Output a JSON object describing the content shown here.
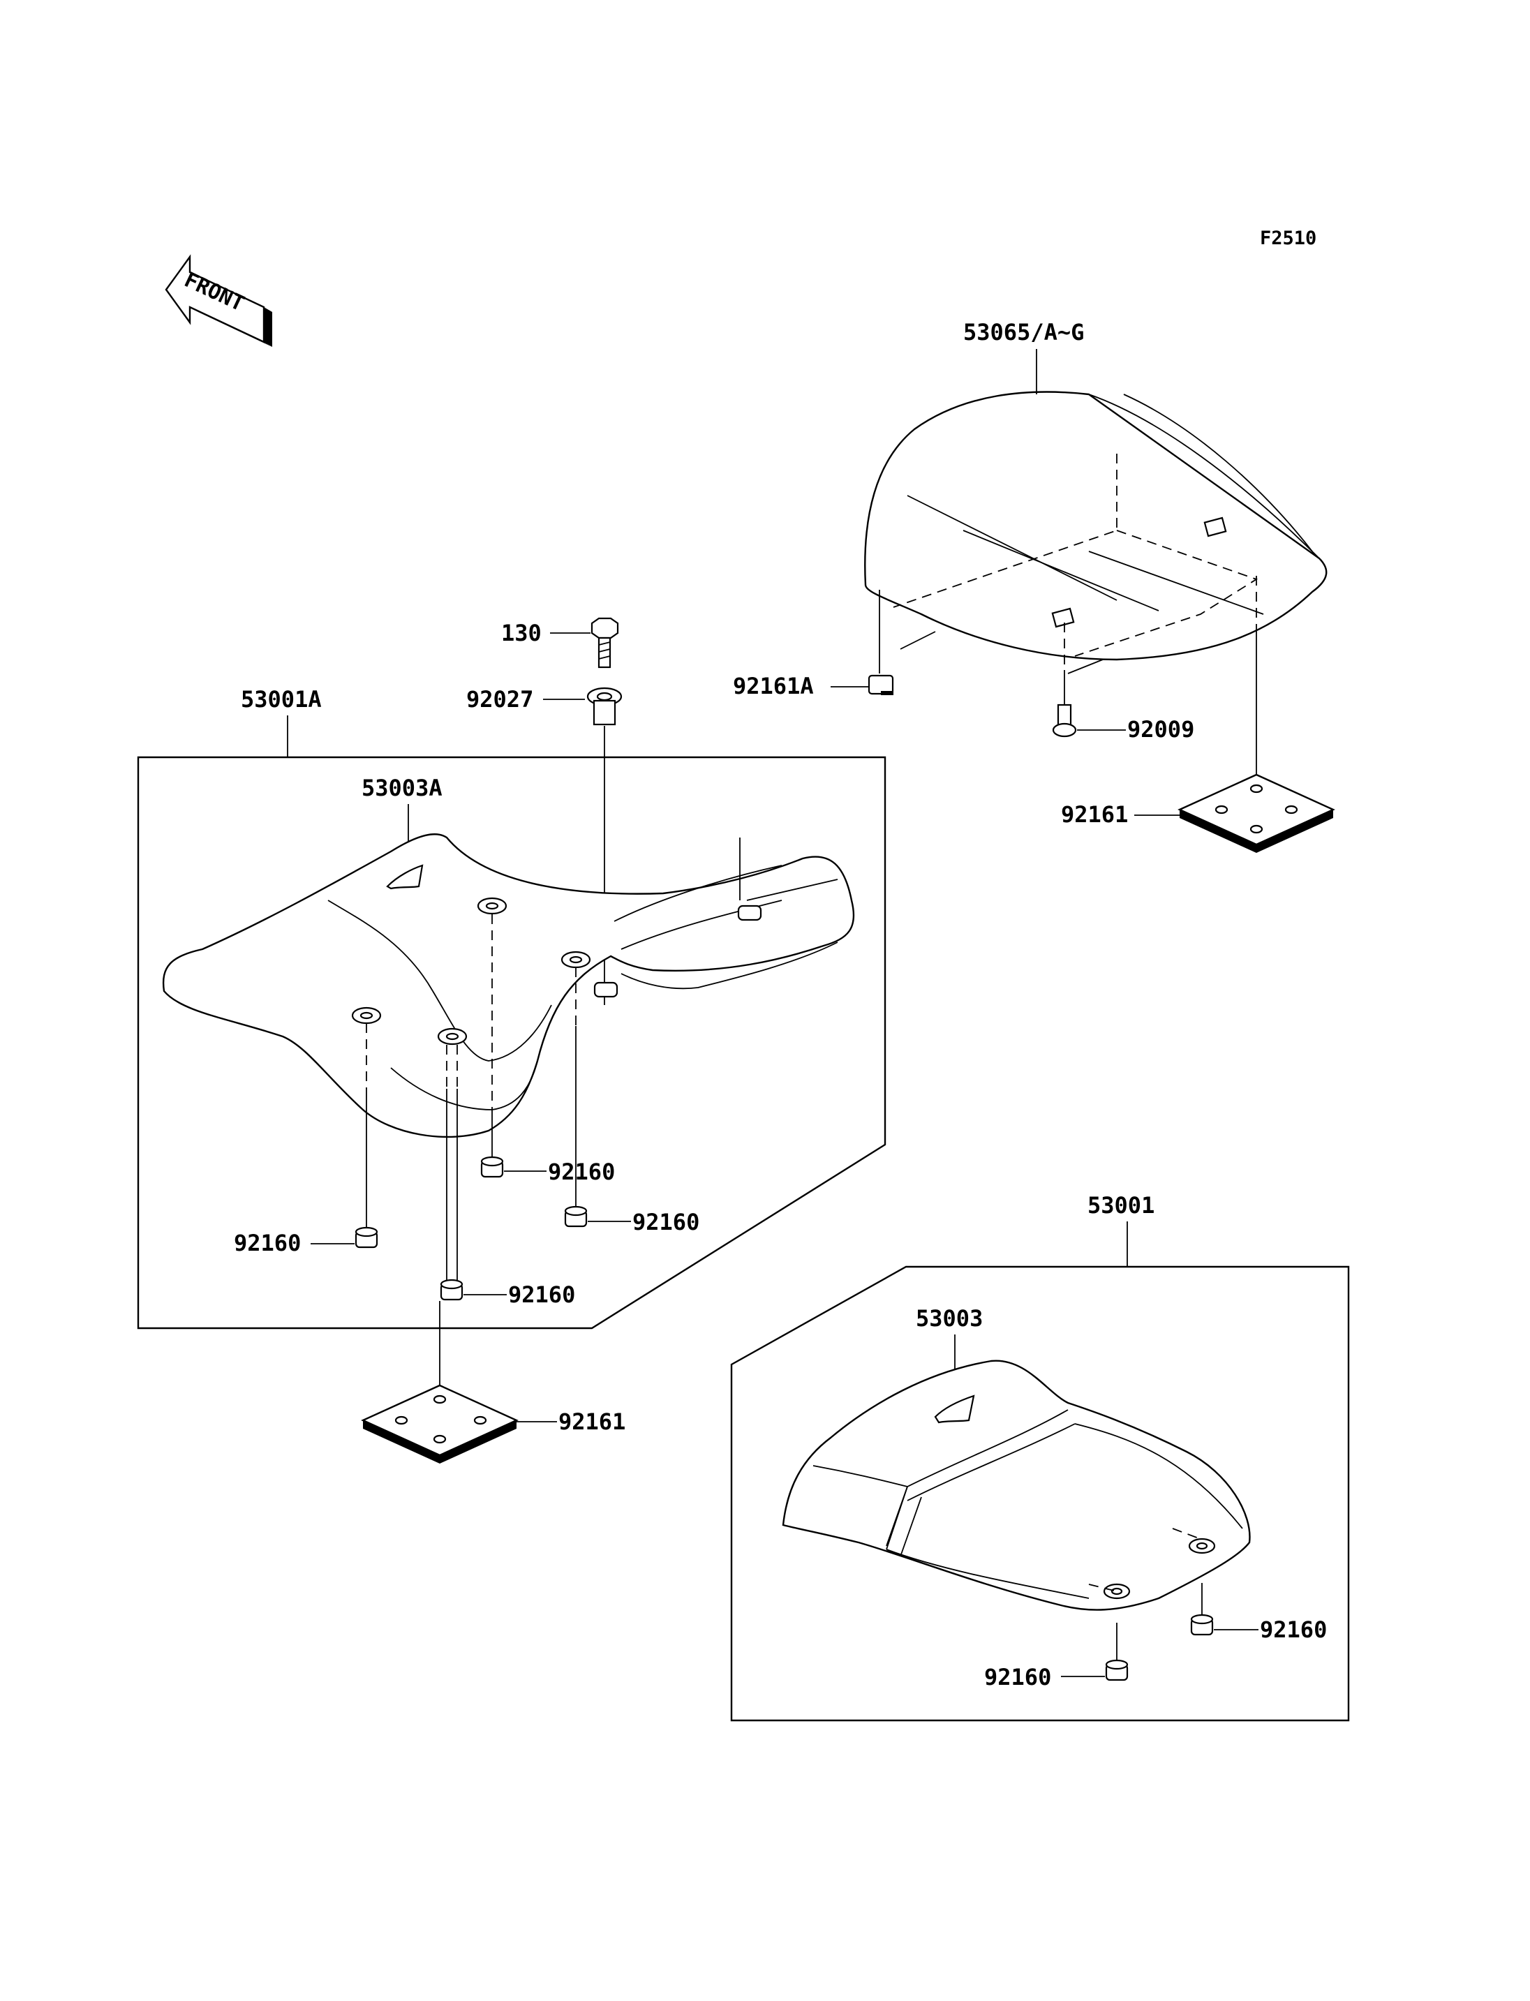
{
  "diagram_code": "F2510",
  "front_label": "FRONT",
  "labels": {
    "seat_cover": "53065/A~G",
    "bolt": "130",
    "collar": "92027",
    "seat_assembly_a": "53001A",
    "seat_a": "53003A",
    "damper_a": "92161A",
    "screw": "92009",
    "damper_plate_right": "92161",
    "damper_plate_left": "92161",
    "grommet_1": "92160",
    "grommet_2": "92160",
    "grommet_3": "92160",
    "grommet_4": "92160",
    "seat_assembly": "53001",
    "seat": "53003",
    "grommet_5": "92160",
    "grommet_6": "92160"
  }
}
